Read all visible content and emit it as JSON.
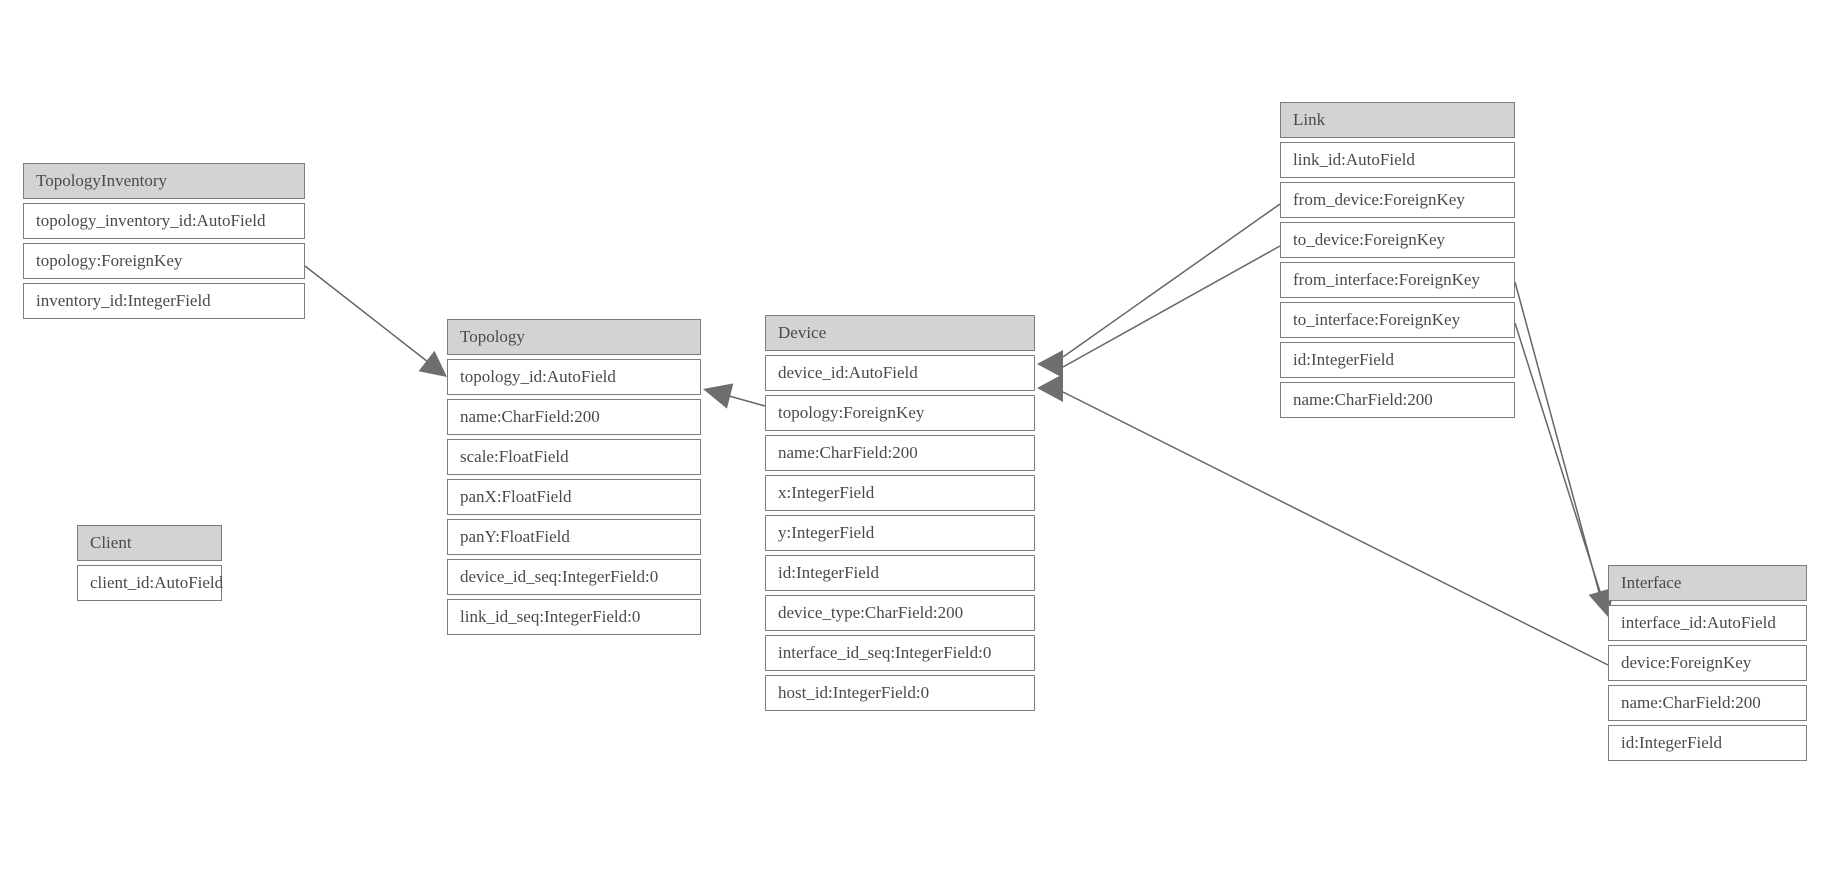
{
  "diagram": {
    "colors": {
      "header_fill": "#d3d3d3",
      "border": "#7d7d7d",
      "text": "#4a4a4a",
      "edge": "#666666",
      "arrow": "#6e6e6e"
    },
    "tables": [
      {
        "name": "TopologyInventory",
        "fields": [
          "topology_inventory_id:AutoField",
          "topology:ForeignKey",
          "inventory_id:IntegerField"
        ]
      },
      {
        "name": "Topology",
        "fields": [
          "topology_id:AutoField",
          "name:CharField:200",
          "scale:FloatField",
          "panX:FloatField",
          "panY:FloatField",
          "device_id_seq:IntegerField:0",
          "link_id_seq:IntegerField:0"
        ]
      },
      {
        "name": "Client",
        "fields": [
          "client_id:AutoField"
        ]
      },
      {
        "name": "Device",
        "fields": [
          "device_id:AutoField",
          "topology:ForeignKey",
          "name:CharField:200",
          "x:IntegerField",
          "y:IntegerField",
          "id:IntegerField",
          "device_type:CharField:200",
          "interface_id_seq:IntegerField:0",
          "host_id:IntegerField:0"
        ]
      },
      {
        "name": "Link",
        "fields": [
          "link_id:AutoField",
          "from_device:ForeignKey",
          "to_device:ForeignKey",
          "from_interface:ForeignKey",
          "to_interface:ForeignKey",
          "id:IntegerField",
          "name:CharField:200"
        ]
      },
      {
        "name": "Interface",
        "fields": [
          "interface_id:AutoField",
          "device:ForeignKey",
          "name:CharField:200",
          "id:IntegerField"
        ]
      }
    ],
    "relationships": [
      {
        "from": "TopologyInventory.topology",
        "to": "Topology.topology_id"
      },
      {
        "from": "Device.topology",
        "to": "Topology.topology_id"
      },
      {
        "from": "Link.from_device",
        "to": "Device.device_id"
      },
      {
        "from": "Link.to_device",
        "to": "Device.device_id"
      },
      {
        "from": "Link.from_interface",
        "to": "Interface.interface_id"
      },
      {
        "from": "Link.to_interface",
        "to": "Interface.interface_id"
      },
      {
        "from": "Interface.device",
        "to": "Device.device_id"
      }
    ]
  }
}
